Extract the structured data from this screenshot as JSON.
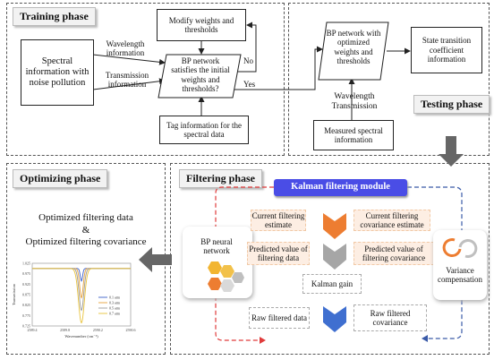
{
  "training": {
    "title": "Training phase",
    "spectral_input": "Spectral information with noise pollution",
    "wavelength_label": "Wavelength information",
    "transmission_label": "Transmission information",
    "modify_box": "Modify weights and thresholds",
    "decision": "BP network satisfies the initial weights and thresholds?",
    "no_label": "No",
    "yes_label": "Yes",
    "tag_box": "Tag information for the spectral data"
  },
  "testing": {
    "title": "Testing phase",
    "bp_optimized": "BP network with optimized weights and thresholds",
    "state_box": "State transition coefficient information",
    "wl_trans": "Wavelength Transmission",
    "measured": "Measured spectral information"
  },
  "optimizing": {
    "title": "Optimizing phase",
    "line1": "Optimized filtering data",
    "amp": "&",
    "line2": "Optimized filtering  covariance"
  },
  "filtering": {
    "title": "Filtering phase",
    "module": "Kalman filtering module",
    "bp_neural": "BP neural network",
    "current_estimate": "Current filtering estimate",
    "current_cov": "Current filtering covariance estimate",
    "pred_data": "Predicted value of filtering data",
    "pred_cov": "Predicted value of filtering covariance",
    "gain": "Kalman gain",
    "raw_data": "Raw filtered data",
    "raw_cov": "Raw filtered covariance",
    "variance": "Variance compensation"
  },
  "colors": {
    "kalman_module": "#4a4de6",
    "orange": "#ed7d31",
    "gray": "#a6a6a6",
    "blue": "#3f6fd0",
    "red_dash": "#e03b3b",
    "blue_dash": "#3a5aa8"
  },
  "chart_data": {
    "type": "line",
    "title": "",
    "xlabel": "Wavenumber (cm⁻¹)",
    "ylabel": "Transmission",
    "xlim": [
      2589.4,
      2590.6
    ],
    "ylim": [
      0.725,
      1.025
    ],
    "xticks": [
      "2589.4",
      "2589.8",
      "2590.2",
      "2590.6"
    ],
    "yticks": [
      "1.025",
      "0.975",
      "0.925",
      "0.875",
      "0.825",
      "0.775",
      "0.725"
    ],
    "series": [
      {
        "name": "0.1 atm",
        "color": "#3b5fc9",
        "center": 2590.0,
        "min": 0.94,
        "width": 0.02
      },
      {
        "name": "0.3 atm",
        "color": "#e6a23c",
        "center": 2590.0,
        "min": 0.86,
        "width": 0.03
      },
      {
        "name": "0.5 atm",
        "color": "#9a9a9a",
        "center": 2590.0,
        "min": 0.8,
        "width": 0.04
      },
      {
        "name": "0.7 atm",
        "color": "#e8c23a",
        "center": 2590.0,
        "min": 0.74,
        "width": 0.05
      }
    ]
  }
}
